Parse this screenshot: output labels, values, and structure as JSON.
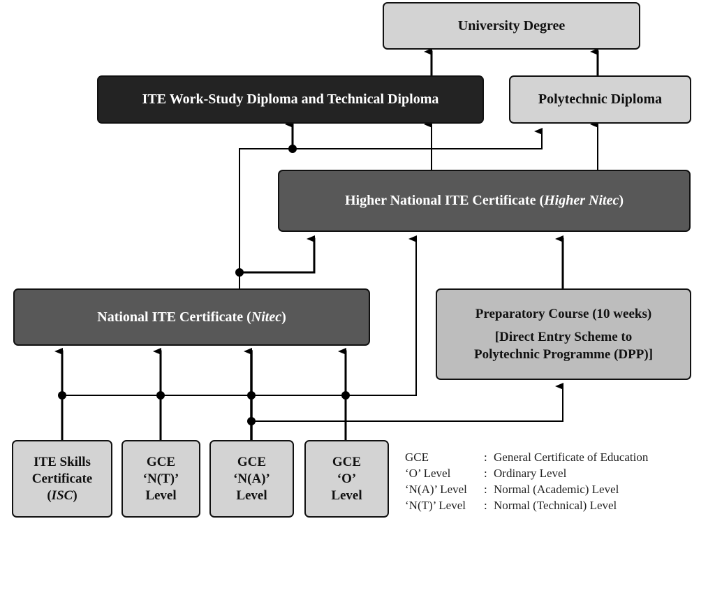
{
  "diagram": {
    "nodes": {
      "university_degree": "University Degree",
      "ite_work_study": "ITE Work-Study Diploma and Technical Diploma",
      "polytechnic_diploma": "Polytechnic Diploma",
      "higher_nitec": {
        "prefix": "Higher National ITE Certificate (",
        "italic": "Higher Nitec",
        "suffix": ")"
      },
      "nitec": {
        "prefix": "National ITE Certificate (",
        "italic": "Nitec",
        "suffix": ")"
      },
      "preparatory": {
        "line1": "Preparatory Course (10 weeks)",
        "line2": "[Direct Entry Scheme to",
        "line3": "Polytechnic Programme (DPP)]"
      },
      "isc": {
        "line1": "ITE Skills",
        "line2": "Certificate",
        "line3_prefix": "(",
        "line3_italic": "ISC",
        "line3_suffix": ")"
      },
      "gce_nt": {
        "line1": "GCE",
        "line2": "‘N(T)’",
        "line3": "Level"
      },
      "gce_na": {
        "line1": "GCE",
        "line2": "‘N(A)’",
        "line3": "Level"
      },
      "gce_o": {
        "line1": "GCE",
        "line2": "‘O’",
        "line3": "Level"
      }
    },
    "edges": [
      {
        "from": "ite_work_study",
        "to": "university_degree"
      },
      {
        "from": "polytechnic_diploma",
        "to": "university_degree"
      },
      {
        "from": "higher_nitec",
        "to": "ite_work_study"
      },
      {
        "from": "higher_nitec",
        "to": "polytechnic_diploma"
      },
      {
        "from": "nitec",
        "to": "ite_work_study"
      },
      {
        "from": "nitec",
        "to": "polytechnic_diploma"
      },
      {
        "from": "nitec",
        "to": "higher_nitec"
      },
      {
        "from": "preparatory",
        "to": "higher_nitec"
      },
      {
        "from": "isc",
        "to": "nitec"
      },
      {
        "from": "gce_nt",
        "to": "nitec"
      },
      {
        "from": "gce_na",
        "to": "nitec"
      },
      {
        "from": "gce_o",
        "to": "nitec"
      },
      {
        "from": "gce_na",
        "to": "higher_nitec"
      },
      {
        "from": "gce_o",
        "to": "higher_nitec"
      },
      {
        "from": "gce_na",
        "to": "preparatory"
      }
    ]
  },
  "legend": [
    {
      "term": "GCE",
      "sep": ":",
      "definition": "General Certificate of Education"
    },
    {
      "term": "‘O’ Level",
      "sep": ":",
      "definition": "Ordinary Level"
    },
    {
      "term": "‘N(A)’ Level",
      "sep": ":",
      "definition": "Normal (Academic) Level"
    },
    {
      "term": "‘N(T)’ Level",
      "sep": ":",
      "definition": "Normal (Technical) Level"
    }
  ]
}
